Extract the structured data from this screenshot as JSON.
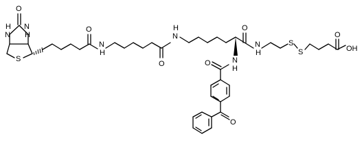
{
  "molecule": {
    "atoms": {
      "biotin_ureido_o": "O",
      "biotin_nh_upper": "H\nN",
      "biotin_nh_lower": "N\nH",
      "biotin_s": "S",
      "amide1_o": "O",
      "amide1_nh": "N\nH",
      "amide2_o": "O",
      "amide2_nh": "N\nH",
      "amide3_o": "O",
      "amide3_nh": "N\nH",
      "amide4_o": "O",
      "amide4_nh": "N\nH",
      "disulfide_s1": "S",
      "disulfide_s2": "S",
      "acid_o": "O",
      "acid_oh": "OH",
      "ketone_o": "O"
    }
  }
}
